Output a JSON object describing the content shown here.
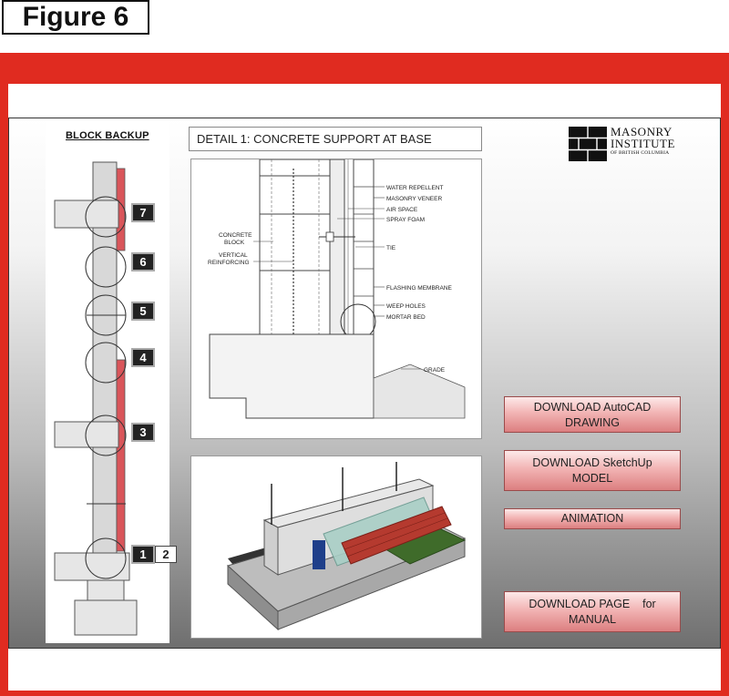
{
  "figure_label": "Figure 6",
  "left_panel": {
    "title": "BLOCK BACKUP",
    "markers": [
      "7",
      "6",
      "5",
      "4",
      "3",
      "1",
      "2"
    ]
  },
  "detail_title": "DETAIL 1: CONCRETE SUPPORT AT BASE",
  "logo": {
    "line1": "MASONRY",
    "line2": "INSTITUTE",
    "line3": "OF BRITISH COLUMBIA"
  },
  "drawing_labels": {
    "water_repellent": "WATER REPELLENT",
    "masonry_veneer": "MASONRY VENEER",
    "air_space": "AIR SPACE",
    "spray_foam": "SPRAY FOAM",
    "concrete_block_1": "CONCRETE",
    "concrete_block_2": "BLOCK",
    "vertical_1": "VERTICAL",
    "vertical_2": "REINFORCING",
    "tie": "TIE",
    "flashing": "FLASHING MEMBRANE",
    "weep": "WEEP HOLES",
    "mortar": "MORTAR BED",
    "grade": "GRADE"
  },
  "buttons": {
    "autocad_line1": "DOWNLOAD AutoCAD",
    "autocad_line2": "DRAWING",
    "sketchup_line1": "DOWNLOAD SketchUp",
    "sketchup_line2": "MODEL",
    "animation": "ANIMATION",
    "manual_line1": "DOWNLOAD PAGE    for",
    "manual_line2": "MANUAL"
  },
  "colors": {
    "frame_red": "#e02b20",
    "button_pink": "#f2b4b4",
    "brick_red": "#c0392b"
  }
}
